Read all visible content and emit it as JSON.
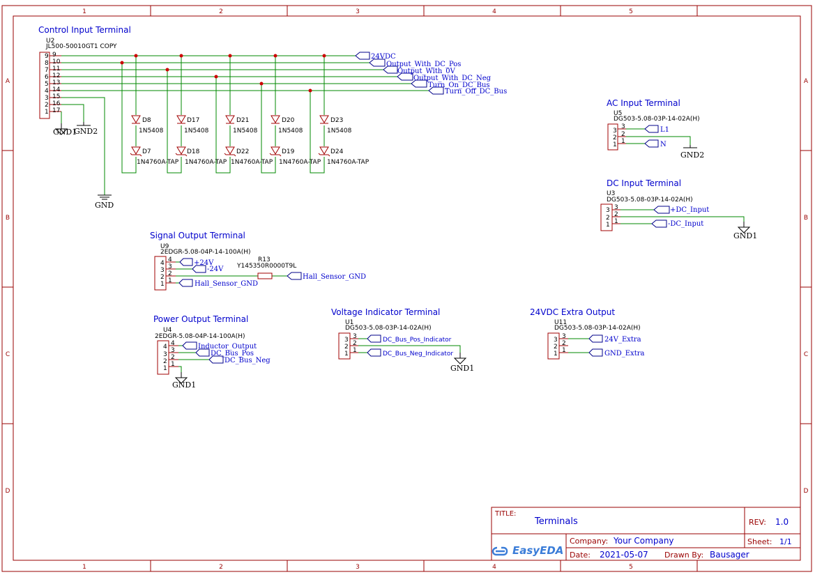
{
  "frame": {
    "columns": [
      "1",
      "2",
      "3",
      "4",
      "5"
    ],
    "rows": [
      "A",
      "B",
      "C",
      "D"
    ]
  },
  "colors": {
    "frame": "#990000",
    "wire": "#008800",
    "part": "#a00000",
    "label": "#0000cc",
    "netflag": "#000088",
    "ground": "#000000",
    "junction": "#cc0000"
  },
  "titles": {
    "control_input": "Control Input Terminal",
    "ac_input": "AC Input Terminal",
    "dc_input": "DC Input Terminal",
    "signal_output": "Signal Output Terminal",
    "power_output": "Power Output Terminal",
    "voltage_indicator": "Voltage Indicator Terminal",
    "extra_output": "24VDC Extra Output"
  },
  "parts": {
    "u2": {
      "ref": "U2",
      "value": "JL500-50010GT1 COPY",
      "pins": [
        "9",
        "8",
        "7",
        "6",
        "5",
        "4",
        "3",
        "2",
        "1"
      ],
      "outer_pins": [
        "9",
        "10",
        "11",
        "12",
        "13",
        "14",
        "15",
        "16",
        "17"
      ]
    },
    "u5": {
      "ref": "U5",
      "value": "DG503-5.08-03P-14-02A(H)",
      "pins": [
        "3",
        "2",
        "1"
      ],
      "outer_pins": [
        "3",
        "2",
        "1"
      ]
    },
    "u3": {
      "ref": "U3",
      "value": "DG503-5.08-03P-14-02A(H)",
      "pins": [
        "3",
        "2",
        "1"
      ],
      "outer_pins": [
        "3",
        "2",
        "1"
      ]
    },
    "u9": {
      "ref": "U9",
      "value": "2EDGR-5.08-04P-14-100A(H)",
      "pins": [
        "4",
        "3",
        "2",
        "1"
      ],
      "outer_pins": [
        "4",
        "3",
        "2",
        "1"
      ]
    },
    "u4": {
      "ref": "U4",
      "value": "2EDGR-5.08-04P-14-100A(H)",
      "pins": [
        "4",
        "3",
        "2",
        "1"
      ],
      "outer_pins": [
        "4",
        "3",
        "2",
        "1"
      ]
    },
    "u1": {
      "ref": "U1",
      "value": "DG503-5.08-03P-14-02A(H)",
      "pins": [
        "3",
        "2",
        "1"
      ],
      "outer_pins": [
        "3",
        "2",
        "1"
      ]
    },
    "u11": {
      "ref": "U11",
      "value": "DG503-5.08-03P-14-02A(H)",
      "pins": [
        "3",
        "2",
        "1"
      ],
      "outer_pins": [
        "3",
        "2",
        "1"
      ]
    },
    "r13": {
      "ref": "R13",
      "value": "Y145350R0000T9L"
    },
    "diodes_top": [
      {
        "ref": "D8",
        "value": "1N5408"
      },
      {
        "ref": "D17",
        "value": "1N5408"
      },
      {
        "ref": "D21",
        "value": "1N5408"
      },
      {
        "ref": "D20",
        "value": "1N5408"
      },
      {
        "ref": "D23",
        "value": "1N5408"
      }
    ],
    "diodes_bottom": [
      {
        "ref": "D7",
        "value": "1N4760A-TAP"
      },
      {
        "ref": "D18",
        "value": "1N4760A-TAP"
      },
      {
        "ref": "D22",
        "value": "1N4760A-TAP"
      },
      {
        "ref": "D19",
        "value": "1N4760A-TAP"
      },
      {
        "ref": "D24",
        "value": "1N4760A-TAP"
      }
    ]
  },
  "nets": {
    "control": [
      "24VDC",
      "Output_With_DC_Pos",
      "Output_With_0V",
      "Output_With_DC_Neg",
      "Turn_On_DC_Bus",
      "Turn_Off_DC_Bus"
    ],
    "ac": [
      "L1",
      "N"
    ],
    "dc": [
      "+DC_Input",
      "-DC_Input"
    ],
    "signal": [
      "+24V",
      "-24V",
      "Hall_Sensor_GND",
      "Hall_Sensor_GND"
    ],
    "power": [
      "Inductor_Output",
      "DC_Bus_Pos",
      "DC_Bus_Neg"
    ],
    "indicator": [
      "DC_Bus_Pos_Indicator",
      "DC_Bus_Neg_Indicator"
    ],
    "extra": [
      "24V_Extra",
      "GND_Extra"
    ]
  },
  "grounds": {
    "gnd1": "GND1",
    "gnd2": "GND2",
    "gnd": "GND"
  },
  "title_block": {
    "title_label": "TITLE:",
    "title": "Terminals",
    "rev_label": "REV:",
    "rev": "1.0",
    "company_label": "Company:",
    "company": "Your Company",
    "sheet_label": "Sheet:",
    "sheet": "1/1",
    "date_label": "Date:",
    "date": "2021-05-07",
    "drawn_label": "Drawn By:",
    "drawn_by": "Bausager",
    "logo": "EasyEDA"
  }
}
